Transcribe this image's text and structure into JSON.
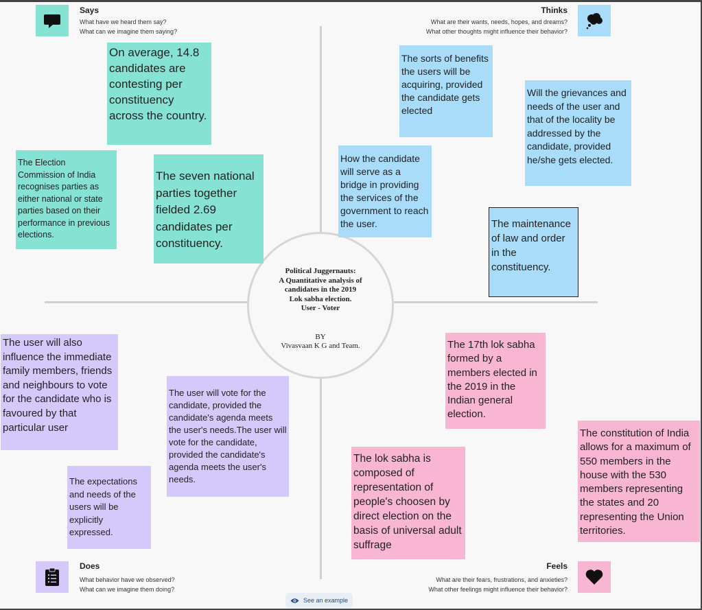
{
  "center": {
    "title_lines": [
      "Political Juggernauts:",
      "A Quantitative analysis of",
      "candidates in the 2019",
      "Lok sabha election.",
      "User - Voter"
    ],
    "by": "BY",
    "authors": "Vivasvaan K G and Team."
  },
  "quadrants": {
    "says": {
      "title": "Says",
      "sub1": "What have we heard them say?",
      "sub2": "What can we imagine them saying?",
      "icon": "speech-bubble-icon",
      "color": "#86e3d4"
    },
    "thinks": {
      "title": "Thinks",
      "sub1": "What are their wants, needs, hopes, and dreams?",
      "sub2": "What other thoughts might influence their behavior?",
      "icon": "thought-cloud-icon",
      "color": "#a8dcf9"
    },
    "does": {
      "title": "Does",
      "sub1": "What behavior have we observed?",
      "sub2": "What can we imagine them doing?",
      "icon": "clipboard-icon",
      "color": "#d5c8fb"
    },
    "feels": {
      "title": "Feels",
      "sub1": "What are their fears, frustrations, and anxieties?",
      "sub2": "What other feelings might influence their behavior?",
      "icon": "heart-icon",
      "color": "#f9b6d3"
    }
  },
  "notes": {
    "says_1": "On average, 14.8 candidates are contesting per constituency across the country.",
    "says_2": "The Election Commission of India recognises parties as either national or state parties based on their performance in previous elections.",
    "says_3": "The seven national parties together fielded 2.69 candidates per constituency.",
    "thinks_1": " The sorts of benefits the users will be acquiring, provided the candidate gets elected",
    "thinks_2": "Will the grievances and needs of the user and that of the locality be addressed by the candidate, provided he/she gets elected.",
    "thinks_3": "How the candidate will serve as a bridge in providing the services of the government to reach the user.",
    "thinks_4": " The maintenance of law and order in the constituency.",
    "does_1": "The user will also influence the immediate family members, friends and neighbours to vote for the candidate who is favoured by that particular user",
    "does_2": "The user will vote for the candidate, provided the candidate's agenda meets the user's needs.The user will vote for the candidate, provided the candidate's agenda meets the user's needs.",
    "does_3": "The expectations and needs of the users will be explicitly expressed.",
    "feels_1": "The 17th lok sabha formed by a members elected in the 2019 in the Indian general election.",
    "feels_2": " The constitution of India allows for a maximum of 550 members in the house with the 530 members representing the states and 20 representing the Union territories.",
    "feels_3": "The lok sabha is composed of representation of people's choosen by direct election on the basis of universal adult suffrage"
  },
  "example_button": {
    "label": "See an example",
    "icon": "eye-icon"
  }
}
